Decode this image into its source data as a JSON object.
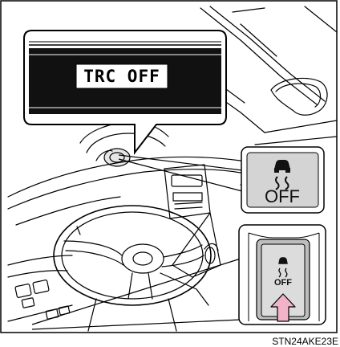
{
  "callouts": {
    "meter_indicator": {
      "text": "TRC OFF"
    },
    "switch_closeup": {
      "label": "OFF",
      "icon": "vehicle-skid-icon"
    },
    "switch_in_panel": {
      "label": "OFF",
      "icon": "vehicle-skid-icon",
      "pointer": "press-arrow-icon"
    }
  },
  "figure_id": "STN24AKE23E",
  "colors": {
    "line": "#000000",
    "panel_gray": "#d4d4d4",
    "lcd_black": "#111111",
    "arrow_pink": "#f2b3c8"
  }
}
